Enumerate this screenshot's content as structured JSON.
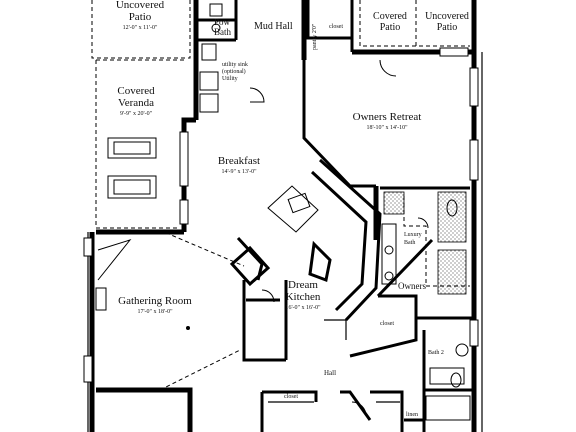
{
  "rooms": {
    "uncovered_patio_left": {
      "name": "Uncovered\nPatio",
      "dims": "12'-0\" x 11'-0\""
    },
    "powder_bath": {
      "name": "Pow\nBath"
    },
    "mud_hall": {
      "name": "Mud Hall"
    },
    "closet_top": {
      "name": "closet"
    },
    "pantry": {
      "name": "pantry 2'0\""
    },
    "covered_patio_right": {
      "name": "Covered\nPatio"
    },
    "uncovered_patio_right": {
      "name": "Uncovered\nPatio"
    },
    "covered_veranda": {
      "name": "Covered\nVeranda",
      "dims": "9'-9\" x 20'-0\""
    },
    "utility": {
      "name": "utility sink\n(optional)\nUtility"
    },
    "owners_retreat": {
      "name": "Owners Retreat",
      "dims": "18'-10\" x 14'-10\""
    },
    "breakfast": {
      "name": "Breakfast",
      "dims": "14'-9\" x 13'-0\""
    },
    "luxury_bath": {
      "name": "Luxury\nBath"
    },
    "owners_closet": {
      "name": "Owners"
    },
    "gathering_room": {
      "name": "Gathering Room",
      "dims": "17'-0\" x 18'-0\""
    },
    "dream_kitchen": {
      "name": "Dream\nKitchen",
      "dims": "16'-0\" x 16'-0\""
    },
    "closet_mid": {
      "name": "closet"
    },
    "bath2": {
      "name": "Bath 2"
    },
    "hall": {
      "name": "Hall"
    },
    "closet_bottom": {
      "name": "closet"
    },
    "linen": {
      "name": "linen"
    }
  }
}
